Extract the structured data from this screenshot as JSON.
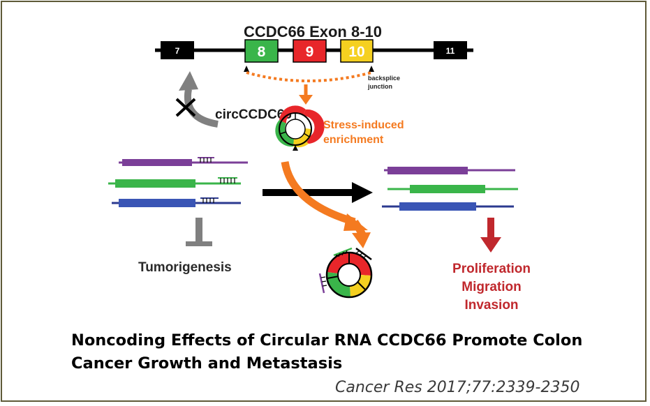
{
  "gene": {
    "title": "CCDC66 Exon 8-10",
    "exons": [
      {
        "label": "7",
        "color": "#000000",
        "text_color": "#ffffff"
      },
      {
        "label": "8",
        "color": "#3ab54a",
        "text_color": "#ffffff"
      },
      {
        "label": "9",
        "color": "#e8262a",
        "text_color": "#ffffff"
      },
      {
        "label": "10",
        "color": "#f5d020",
        "text_color": "#ffffff"
      },
      {
        "label": "11",
        "color": "#000000",
        "text_color": "#ffffff"
      }
    ],
    "backsplice_label": [
      "backsplice",
      "junction"
    ]
  },
  "circ_label": "circCCDC66",
  "enrichment_label": [
    "Stress-induced",
    "enrichment"
  ],
  "left_outcome": "Tumorigenesis",
  "right_outcomes": [
    "Proliferation",
    "Migration",
    "Invasion"
  ],
  "colors": {
    "purple": "#7b3f98",
    "green": "#3ab54a",
    "navy": "#2b3a8f",
    "orange": "#f47a20",
    "dark_red": "#c0282d",
    "gray": "#808080"
  },
  "paper": {
    "title": "Noncoding Effects of Circular RNA CCDC66 Promote Colon Cancer Growth and Metastasis",
    "citation": "Cancer Res 2017;77:2339-2350"
  }
}
